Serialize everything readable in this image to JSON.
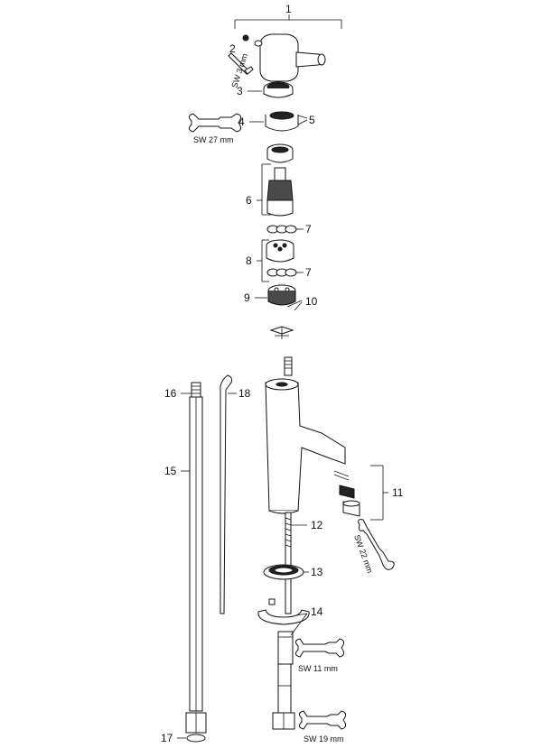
{
  "callouts": {
    "n1": "1",
    "n2": "2",
    "n3": "3",
    "n4": "4",
    "n5": "5",
    "n6": "6",
    "n7a": "7",
    "n7b": "7",
    "n8": "8",
    "n9": "9",
    "n10": "10",
    "n11": "11",
    "n12": "12",
    "n13": "13",
    "n14": "14",
    "n15": "15",
    "n16": "16",
    "n17": "17",
    "n18": "18"
  },
  "tools": {
    "sw3": "SW 3 mm",
    "sw27": "SW 27 mm",
    "sw22": "SW 22 mm",
    "sw11": "SW 11 mm",
    "sw19": "SW 19 mm"
  }
}
